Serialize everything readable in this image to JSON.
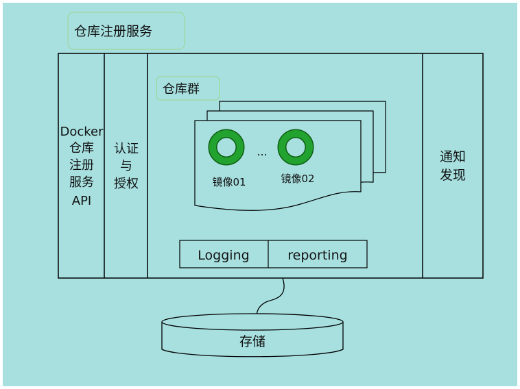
{
  "colors": {
    "background": "#a8e0e0",
    "label_border": "#9fd8a8",
    "ring_fill": "#22a22e",
    "ring_stroke": "#0f5f14",
    "line": "#000000"
  },
  "top_label": "仓库注册服务",
  "api_column": {
    "line1": "Docker",
    "line2": "仓库",
    "line3": "注册",
    "line4": "服务",
    "line5": "API"
  },
  "auth_column": {
    "line1": "认证",
    "line2": "与",
    "line3": "授权"
  },
  "notify_column": {
    "line1": "通知",
    "line2": "发现"
  },
  "repo_group": {
    "label": "仓库群",
    "image1": "镜像01",
    "ellipsis": "...",
    "image2": "镜像02"
  },
  "logging": "Logging",
  "reporting": "reporting",
  "storage": "存储"
}
